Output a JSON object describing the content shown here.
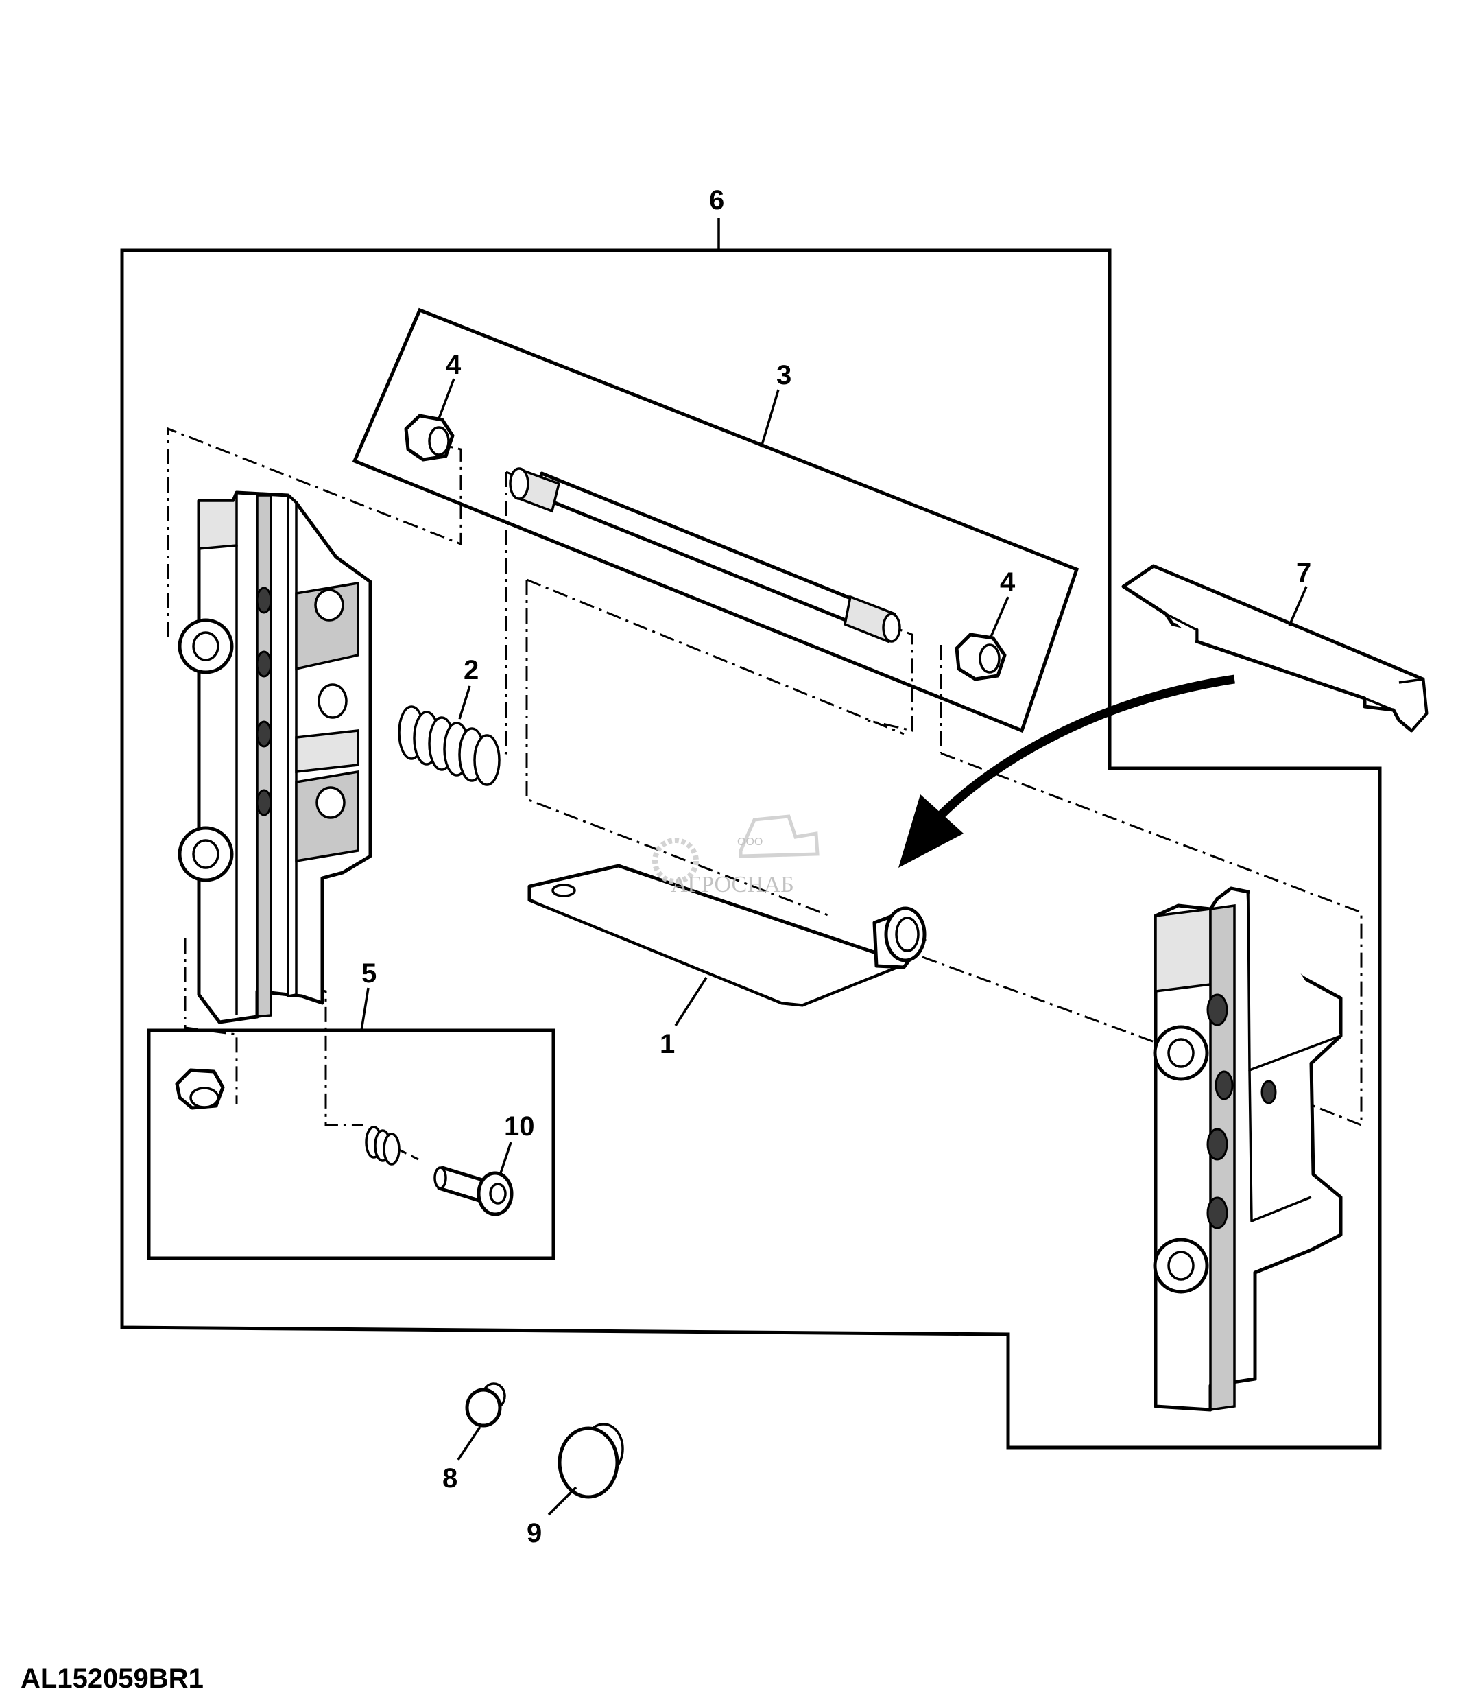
{
  "figure_id": "AL152059BR1",
  "watermark": {
    "company_prefix": "ООО",
    "company_name": "АГРОСНАБ"
  },
  "callouts": {
    "c1": "1",
    "c2": "2",
    "c3": "3",
    "c4a": "4",
    "c4b": "4",
    "c5": "5",
    "c6": "6",
    "c7": "7",
    "c8": "8",
    "c9": "9",
    "c10": "10"
  }
}
